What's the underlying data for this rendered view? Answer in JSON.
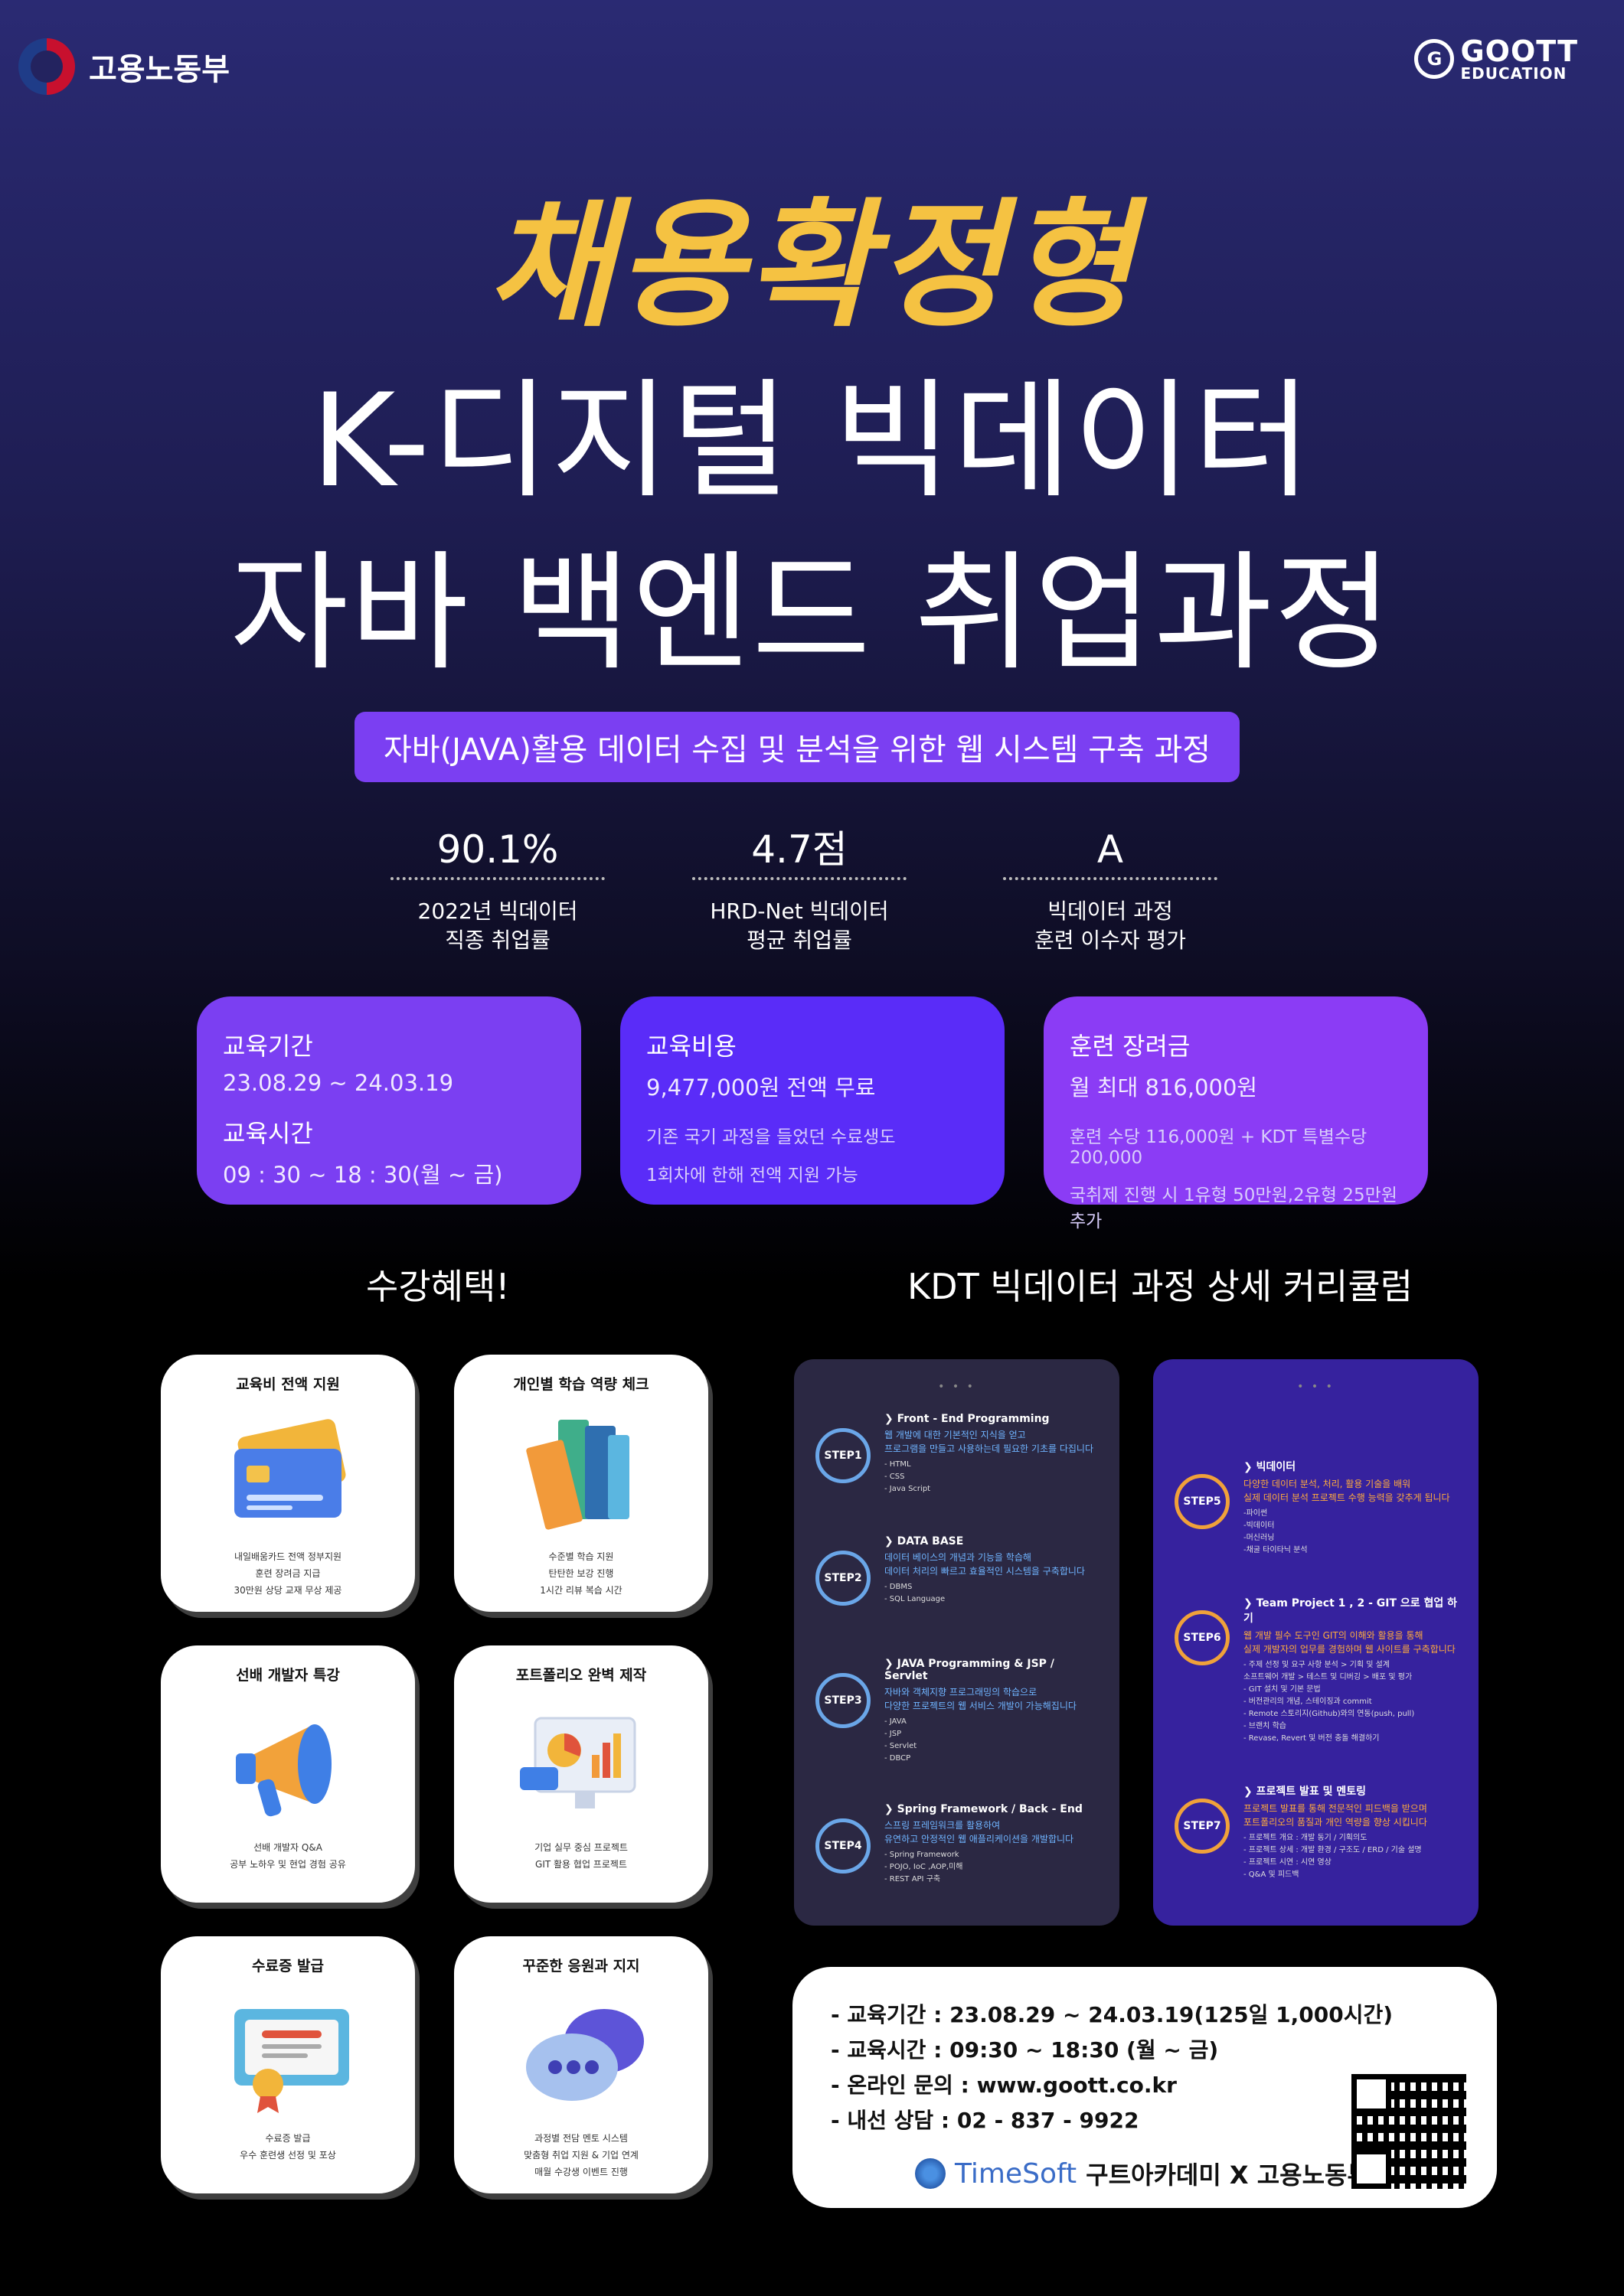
{
  "header": {
    "ministry_name": "고용노동부",
    "brand_name": "GOOTT",
    "brand_sub": "EDUCATION"
  },
  "title": {
    "highlight": "채용확정형",
    "line1": "K-디지털 빅데이터",
    "line2": "자바 백엔드 취업과정"
  },
  "subtitle": "자바(JAVA)활용 데이터 수집 및 분석을 위한 웹 시스템 구축 과정",
  "stats": [
    {
      "value": "90.1%",
      "label1": "2022년 빅데이터",
      "label2": "직종 취업률"
    },
    {
      "value": "4.7점",
      "label1": "HRD-Net 빅데이터",
      "label2": "평균 취업률"
    },
    {
      "value": "A",
      "label1": "빅데이터 과정",
      "label2": "훈련 이수자 평가"
    }
  ],
  "info_cards": {
    "period": {
      "h1": "교육기간",
      "v1": "23.08.29 ~ 24.03.19",
      "h2": "교육시간",
      "v2": "09 : 30 ~ 18 : 30(월 ~ 금)"
    },
    "cost": {
      "h": "교육비용",
      "v": "9,477,000원 전액 무료",
      "s1": "기존 국기 과정을 들었던 수료생도",
      "s2": "1회차에 한해 전액 지원 가능"
    },
    "grant": {
      "h": "훈련 장려금",
      "v": "월 최대 816,000원",
      "s1": "훈련 수당 116,000원 + KDT 특별수당 200,000",
      "s2": "국취제 진행 시 1유형 50만원,2유형 25만원 추가"
    }
  },
  "sections": {
    "benefits": "수강혜택!",
    "curriculum": "KDT 빅데이터 과정 상세 커리큘럼"
  },
  "benefits": [
    {
      "title": "교육비 전액 지원",
      "icon": "credit-card-icon",
      "d1": "내일배움카드 전액 정부지원",
      "d2": "훈련 장려금 지급",
      "d3": "30만원 상당 교재 무상 제공"
    },
    {
      "title": "개인별 학습 역량 체크",
      "icon": "books-icon",
      "d1": "수준별 학습 지원",
      "d2": "탄탄한 보강 진행",
      "d3": "1시간 리뷰 복습 시간"
    },
    {
      "title": "선배 개발자 특강",
      "icon": "megaphone-icon",
      "d1": "선배 개발자 Q&A",
      "d2": "공부 노하우 및 현업 경험 공유",
      "d3": ""
    },
    {
      "title": "포트폴리오 완벽 제작",
      "icon": "monitor-chart-icon",
      "d1": "기업 실무 중심 프로젝트",
      "d2": "GIT 활용 협업 프로젝트",
      "d3": ""
    },
    {
      "title": "수료증 발급",
      "icon": "certificate-icon",
      "d1": "수료증 발급",
      "d2": "우수 훈련생 선정 및 포상",
      "d3": ""
    },
    {
      "title": "꾸준한 응원과 지지",
      "icon": "chat-bubbles-icon",
      "d1": "과정별 전담 멘토 시스템",
      "d2": "맞춤형 취업 지원 & 기업 연계",
      "d3": "매월 수강생 이벤트 진행"
    }
  ],
  "curriculum_left": [
    {
      "step": "STEP1",
      "title": "Front - End Programming",
      "desc1": "웹 개발에 대한 기본적인 지식을 얻고",
      "desc2": "프로그램을 만들고 사용하는데 필요한 기초를 다집니다",
      "items": [
        "- HTML",
        "- CSS",
        "- Java Script"
      ]
    },
    {
      "step": "STEP2",
      "title": "DATA BASE",
      "desc1": "데이터 베이스의 개념과 기능을 학습해",
      "desc2": "데이터 처리의 빠르고 효율적인 시스템을 구축합니다",
      "items": [
        "- DBMS",
        "- SQL Language"
      ]
    },
    {
      "step": "STEP3",
      "title": "JAVA Programming & JSP / Servlet",
      "desc1": "자바와 객체지향 프로그래밍의 학습으로",
      "desc2": "다양한 프로젝트의 웹 서비스 개발이 가능해집니다",
      "items": [
        "- JAVA",
        "- JSP",
        "- Servlet",
        "- DBCP"
      ]
    },
    {
      "step": "STEP4",
      "title": "Spring Framework / Back - End",
      "desc1": "스프링 프레임워크를 활용하여",
      "desc2": "유연하고 안정적인 웹 애플리케이션을 개발합니다",
      "items": [
        "- Spring Framework",
        "- POJO, IoC ,AOP,미해",
        "- REST API 구축"
      ]
    }
  ],
  "curriculum_right": [
    {
      "step": "STEP5",
      "title": "빅데이터",
      "desc1": "다양한 데이터 분석, 처리, 활용 기술을 배워",
      "desc2": "실제 데이터 분석 프로젝트 수행 능력을 갖추게 됩니다",
      "items": [
        "-파이썬",
        "-빅데이터",
        "-머신러닝",
        "-채굴 타이타닉 분석"
      ]
    },
    {
      "step": "STEP6",
      "title": "Team Project 1 , 2 - GIT 으로 협업 하기",
      "desc1": "웹 개발 필수 도구인 GIT의 이해와 활용을 통해",
      "desc2": "실제 개발자의 업무를 경험하며 웹 사이트를 구축합니다",
      "items": [
        "- 주제 선정 및 요구 사항 분석 > 기획 및 설계",
        "  소프트웨어 개발 > 테스트 및 디버깅 > 배포 및 평가",
        "- GIT 설치 및 기본 문법",
        "- 버전관리의 개념, 스테이징과 commit",
        "- Remote 스토리지(Github)와의 연동(push, pull)",
        "- 브랜치 학습",
        "- Revase, Revert 및 버전 충돌 해결하기"
      ]
    },
    {
      "step": "STEP7",
      "title": "프로젝트 발표 및 멘토링",
      "desc1": "프로젝트 발표를 통해 전문적인 피드백을 받으며",
      "desc2": "포트폴리오의 품질과 개인 역량을 향상 시킵니다",
      "items": [
        "- 프로젝트 개요 : 개발 동기 / 기획의도",
        "- 프로젝트 상세 : 개발 환경 / 구조도 / ERD / 기술 설명",
        "- 프로젝트 시연 : 시연 영상",
        "- Q&A 및 피드백"
      ]
    }
  ],
  "contact": {
    "line1": "- 교육기간 : 23.08.29 ~ 24.03.19(125일 1,000시간)",
    "line2": "- 교육시간 : 09:30 ~ 18:30 (월 ~ 금)",
    "line3": "- 온라인 문의 : www.goott.co.kr",
    "line4": "- 내선 상담 : 02 - 837 - 9922",
    "brand_timesoft": "TimeSoft",
    "brand_text": "구트아카데미 X 고용노동부"
  },
  "colors": {
    "title_yellow": "#f5c242",
    "purple_bar": "#7b3ff2",
    "step_blue": "#6aa6e8",
    "step_orange": "#f0a13a"
  }
}
